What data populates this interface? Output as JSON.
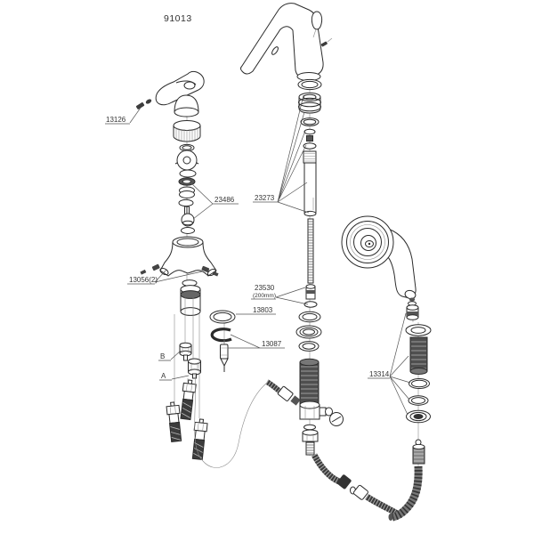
{
  "ink_color": "#2b2b2b",
  "diagram": {
    "drawing_number": "91013",
    "labels": {
      "handle_screw": "13126",
      "cartridge_kit": "23486",
      "spout_hardware": "23273",
      "body_screws": "13056(2)",
      "threaded_rod": "23530",
      "rod_length": "(200mm)",
      "seal_ring": "13803",
      "diverter": "13087",
      "spray_holder": "13314",
      "port_a": "A",
      "port_b": "B"
    }
  }
}
